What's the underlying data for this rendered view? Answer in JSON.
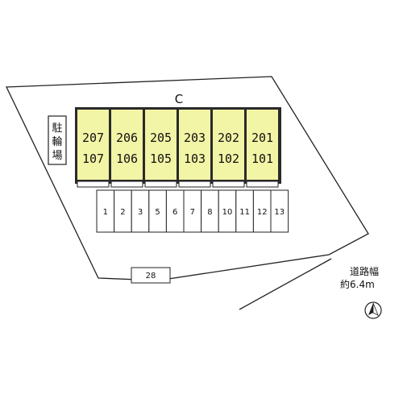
{
  "building_name": "C",
  "units": [
    {
      "upper": "207",
      "lower": "107"
    },
    {
      "upper": "206",
      "lower": "106"
    },
    {
      "upper": "205",
      "lower": "105"
    },
    {
      "upper": "203",
      "lower": "103"
    },
    {
      "upper": "202",
      "lower": "102"
    },
    {
      "upper": "201",
      "lower": "101"
    }
  ],
  "parking_spaces": [
    "1",
    "2",
    "3",
    "5",
    "6",
    "7",
    "8",
    "10",
    "11",
    "12",
    "13"
  ],
  "extra_space": "28",
  "bicycle_parking": [
    "駐",
    "輪",
    "場"
  ],
  "road": {
    "label": "道路幅",
    "width": "約6.4m"
  },
  "colors": {
    "unit_fill": "#f2f4a6",
    "frame": "#2a2a2a"
  },
  "icons": {
    "north": "north-arrow-icon"
  }
}
